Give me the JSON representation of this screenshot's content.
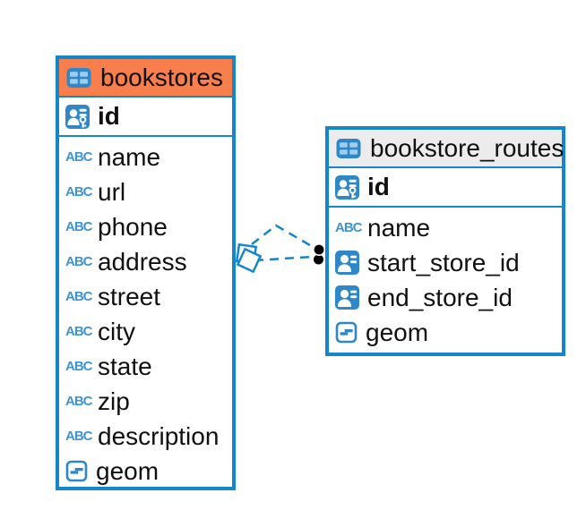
{
  "colors": {
    "accent_blue": "#1386CC",
    "icon_blue": "#2E87C8",
    "cell_blue": "#9FCDEC",
    "abc_blue": "#3E94D1",
    "header_orange": "#F87E4B",
    "header_gray": "#ECECEC",
    "dot_black": "#000000",
    "text": "#101010",
    "background": "#FFFFFF"
  },
  "type_labels": {
    "text": "ABC"
  },
  "tables": [
    {
      "name": "bookstores",
      "key_column": "id",
      "columns": [
        {
          "name": "name",
          "type": "text"
        },
        {
          "name": "url",
          "type": "text"
        },
        {
          "name": "phone",
          "type": "text"
        },
        {
          "name": "address",
          "type": "text"
        },
        {
          "name": "street",
          "type": "text"
        },
        {
          "name": "city",
          "type": "text"
        },
        {
          "name": "state",
          "type": "text"
        },
        {
          "name": "zip",
          "type": "text"
        },
        {
          "name": "description",
          "type": "text"
        },
        {
          "name": "geom",
          "type": "geometry"
        }
      ]
    },
    {
      "name": "bookstore_routes",
      "key_column": "id",
      "columns": [
        {
          "name": "name",
          "type": "text"
        },
        {
          "name": "start_store_id",
          "type": "reference"
        },
        {
          "name": "end_store_id",
          "type": "reference"
        },
        {
          "name": "geom",
          "type": "geometry"
        }
      ]
    }
  ],
  "relations": [
    {
      "from": "bookstores",
      "to": "bookstore_routes",
      "style": "dashed"
    },
    {
      "from": "bookstores",
      "to": "bookstore_routes",
      "style": "dashed"
    }
  ]
}
